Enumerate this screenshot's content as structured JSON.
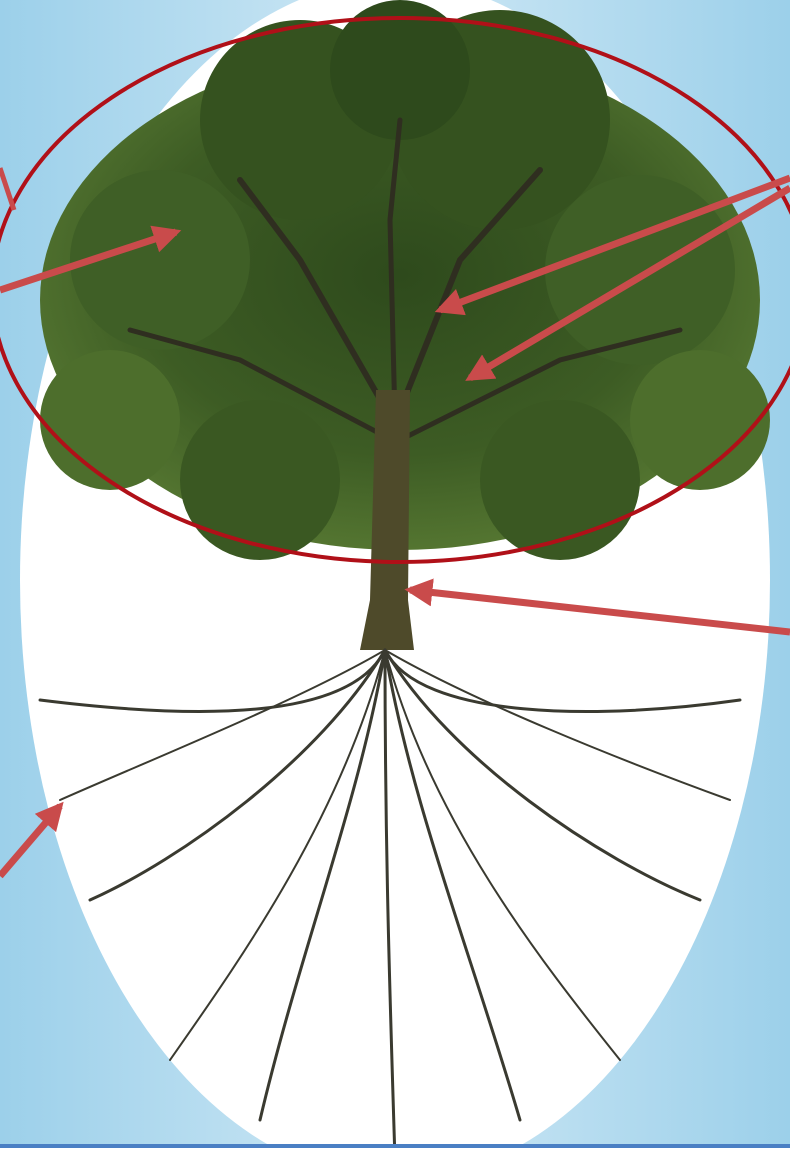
{
  "diagram": {
    "subject": "tree",
    "colors": {
      "sky_light": "#f2f8fc",
      "sky_blue": "#9cd0ea",
      "foliage_dark": "#2e4a1c",
      "foliage_mid": "#48692c",
      "foliage_light": "#6a8a3e",
      "trunk": "#4e4a2a",
      "roots": "#3a3a30",
      "ellipse_outline": "#b01018",
      "arrow": "#c94b4b",
      "bottom_line": "#4a7fc4"
    },
    "arrows": [
      {
        "id": "arrow-left-top",
        "points_to": "crown"
      },
      {
        "id": "arrow-right-top-1",
        "points_to": "branches"
      },
      {
        "id": "arrow-right-top-2",
        "points_to": "branches"
      },
      {
        "id": "arrow-right-middle",
        "points_to": "trunk"
      },
      {
        "id": "arrow-left-bottom",
        "points_to": "roots"
      }
    ]
  }
}
